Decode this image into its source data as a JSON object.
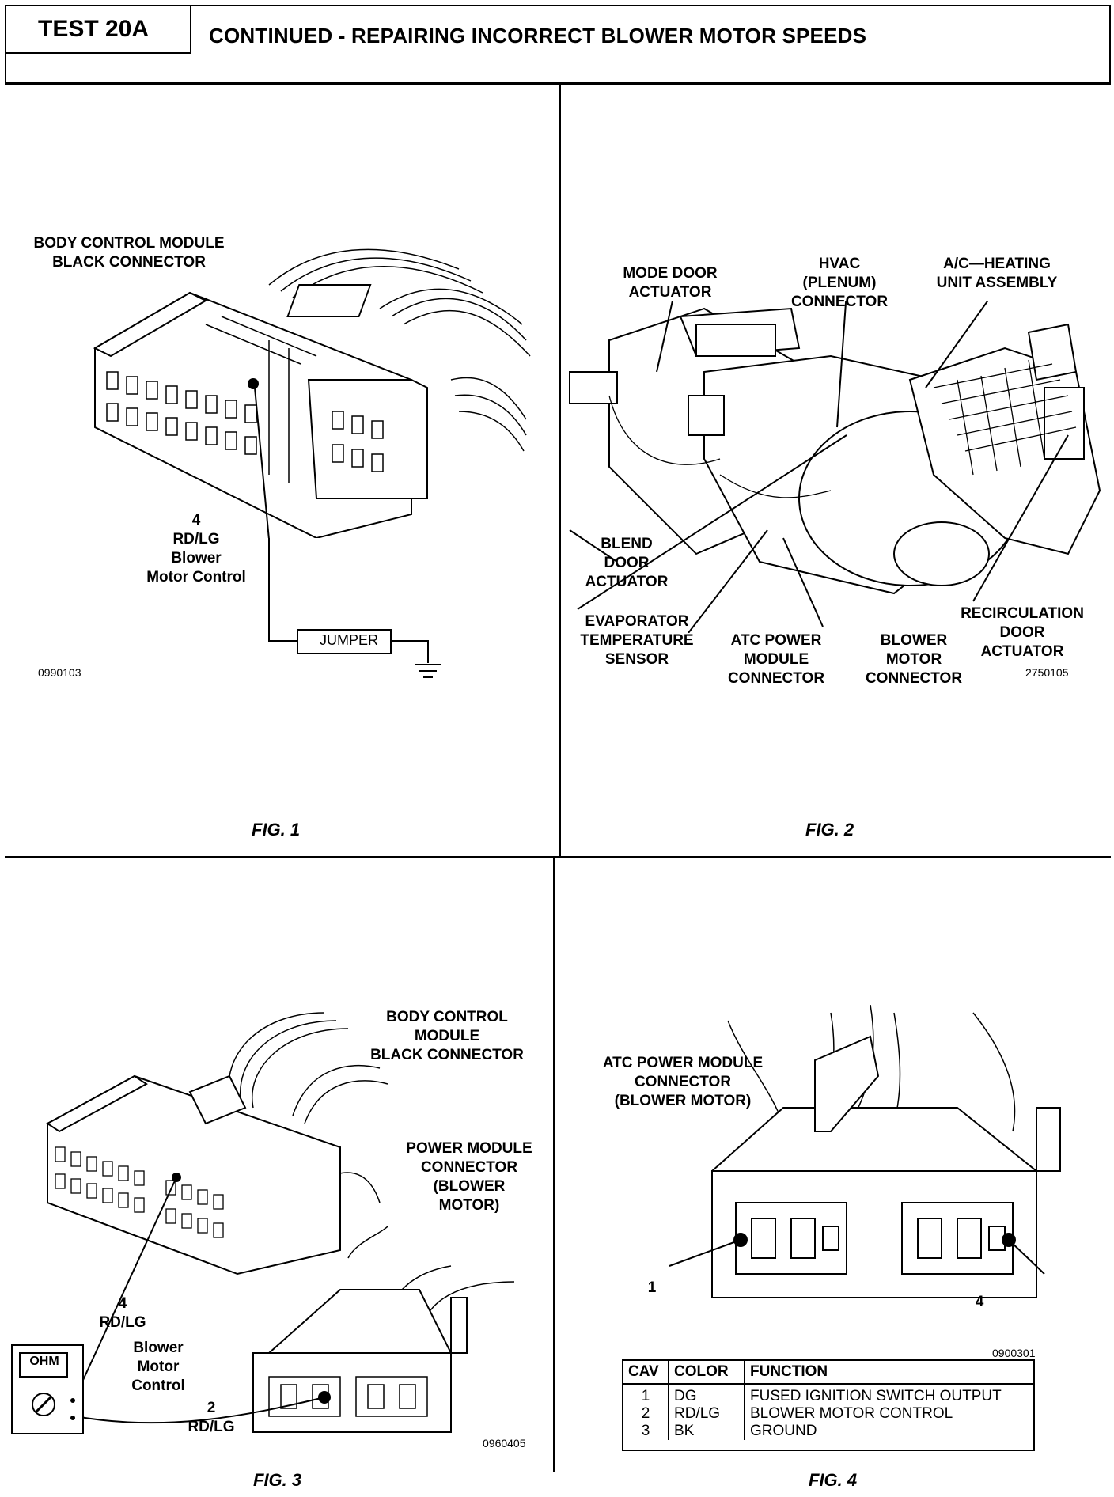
{
  "header": {
    "test_id": "TEST 20A",
    "title": "CONTINUED - REPAIRING INCORRECT BLOWER MOTOR SPEEDS"
  },
  "fig1": {
    "caption": "FIG. 1",
    "title": "BODY CONTROL MODULE\nBLACK CONNECTOR",
    "pin_label": "4\nRD/LG\nBlower\nMotor Control",
    "jumper": "JUMPER",
    "code": "0990103"
  },
  "fig2": {
    "caption": "FIG. 2",
    "mode_door": "MODE DOOR\nACTUATOR",
    "hvac": "HVAC\n(PLENUM)\nCONNECTOR",
    "ac_heating": "A/C—HEATING\nUNIT ASSEMBLY",
    "blend_door": "BLEND\nDOOR\nACTUATOR",
    "evaporator": "EVAPORATOR\nTEMPERATURE\nSENSOR",
    "atc_power": "ATC POWER\nMODULE\nCONNECTOR",
    "blower_motor": "BLOWER\nMOTOR\nCONNECTOR",
    "recirculation": "RECIRCULATION\nDOOR\nACTUATOR",
    "code": "2750105"
  },
  "fig3": {
    "caption": "FIG. 3",
    "title": "BODY CONTROL\nMODULE\nBLACK CONNECTOR",
    "power_module": "POWER MODULE\nCONNECTOR\n(BLOWER\nMOTOR)",
    "pin4": "4\nRD/LG",
    "blower_control": "Blower\nMotor\nControl",
    "pin2": "2\nRD/LG",
    "meter_display": "OHM",
    "code": "0960405"
  },
  "fig4": {
    "caption": "FIG. 4",
    "title": "ATC POWER MODULE\nCONNECTOR\n(BLOWER MOTOR)",
    "pin1": "1",
    "pin4": "4",
    "code": "0900301",
    "table": {
      "headers": [
        "CAV",
        "COLOR",
        "FUNCTION"
      ],
      "rows": [
        [
          "1",
          "DG",
          "FUSED IGNITION SWITCH OUTPUT"
        ],
        [
          "2",
          "RD/LG",
          "BLOWER MOTOR CONTROL"
        ],
        [
          "3",
          "BK",
          "GROUND"
        ]
      ]
    }
  }
}
